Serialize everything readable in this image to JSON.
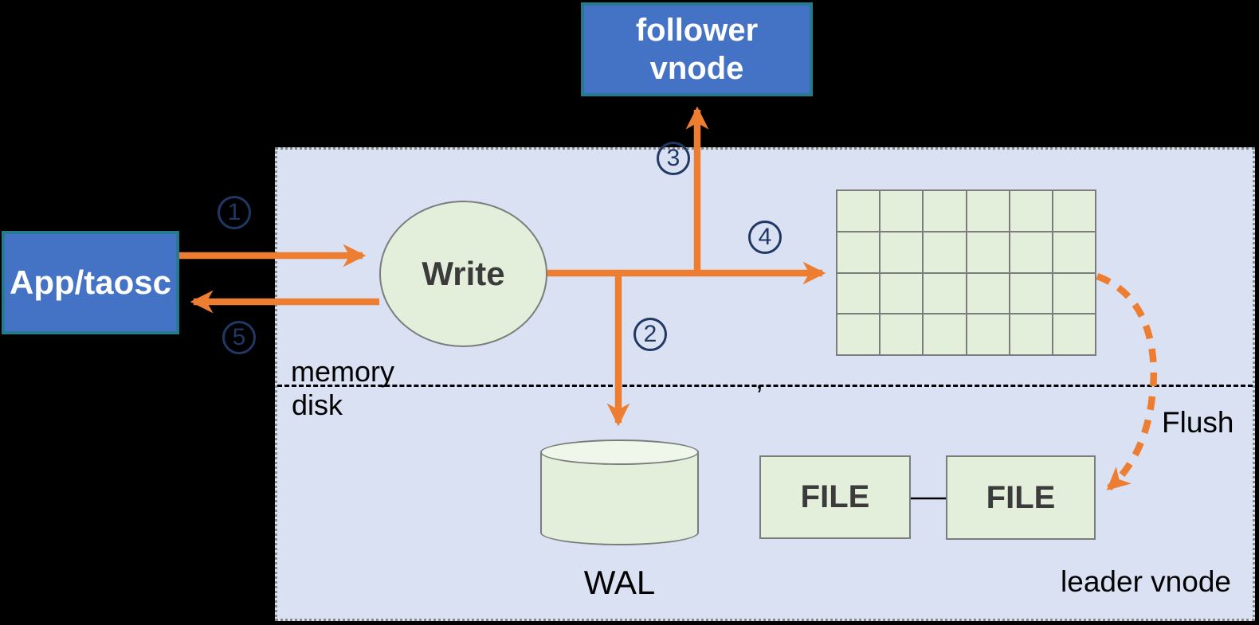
{
  "colors": {
    "canvas-bg": "#000000",
    "panel-bg": "#D9E1F3",
    "panel-border": "#8A8A8A",
    "node-blue": "#4472C4",
    "node-blue-border": "#267A8F",
    "green-fill": "#E3EFDA",
    "green-fill-light": "#EFF6EA",
    "shape-border": "#7C7C7C",
    "arrow-orange": "#ED7D31",
    "step-navy": "#1F3864",
    "text-dark": "#3B3B3B",
    "box-text": "#FFFFFF"
  },
  "nodes": {
    "app": {
      "label": "App/taosc"
    },
    "follower": {
      "lines": [
        "follower",
        "vnode"
      ]
    },
    "write": {
      "label": "Write"
    },
    "wal": {
      "label": "WAL"
    },
    "files": [
      {
        "label": "FILE"
      },
      {
        "label": "FILE"
      }
    ]
  },
  "labels": {
    "memory": "memory",
    "disk": "disk",
    "flush": "Flush",
    "leader": "leader vnode",
    "stray_comma": ","
  },
  "steps": [
    "1",
    "2",
    "3",
    "4",
    "5"
  ]
}
